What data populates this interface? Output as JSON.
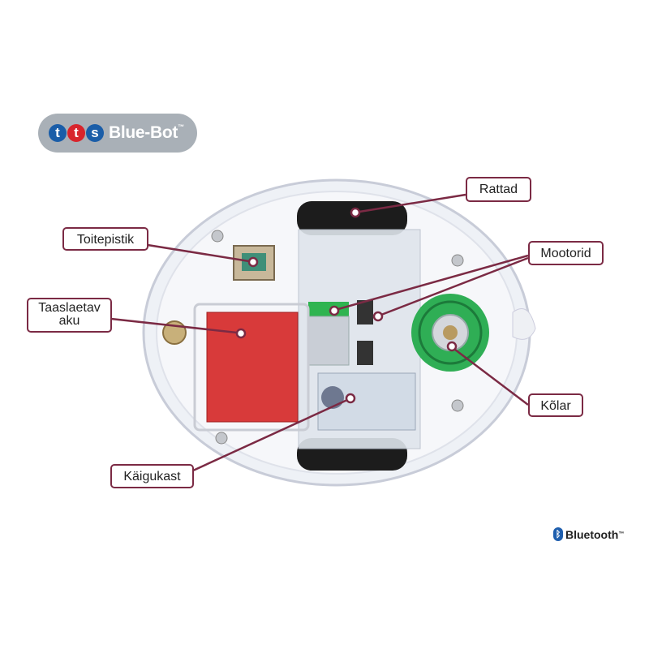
{
  "logo": {
    "brand_letters": [
      "t",
      "t",
      "s"
    ],
    "product": "Blue-Bot",
    "trademark": "™"
  },
  "labels": {
    "wheels": "Rattad",
    "power_socket": "Toitepistik",
    "motors": "Mootorid",
    "battery_line1": "Taaslaetav",
    "battery_line2": "aku",
    "speaker": "Kõlar",
    "gearbox": "Käigukast"
  },
  "bluetooth": {
    "text": "Bluetooth",
    "trademark": "™"
  },
  "colors": {
    "accent": "#7b2a44",
    "logo_bg": "#a9b0b7",
    "tts_blue": "#1a5da8",
    "tts_red": "#d8242c"
  }
}
